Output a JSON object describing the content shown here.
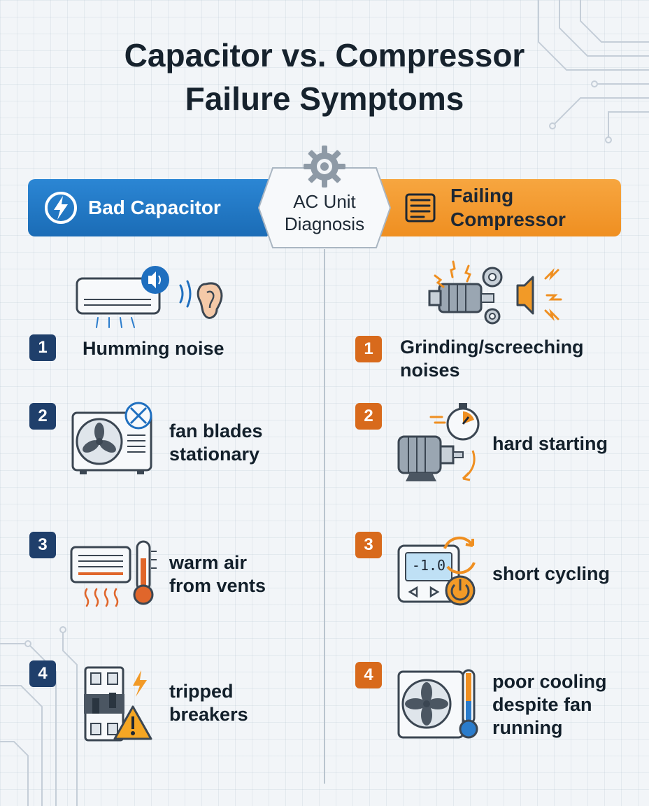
{
  "title": {
    "line1": "Capacitor vs. Compressor",
    "line2": "Failure Symptoms"
  },
  "center_badge": {
    "line1": "AC Unit",
    "line2": "Diagnosis",
    "icon": "gear-icon"
  },
  "left": {
    "heading": "Bad Capacitor",
    "heading_icon": "lightning-bolt-icon",
    "accent": "#1b6cb6",
    "badge_color": "#1f3f6b",
    "items": [
      {
        "number": "1",
        "lines": [
          "Humming noise"
        ],
        "icon": "ac-unit-humming-ear-icon"
      },
      {
        "number": "2",
        "lines": [
          "fan blades",
          "stationary"
        ],
        "icon": "stopped-fan-unit-icon"
      },
      {
        "number": "3",
        "lines": [
          "warm air",
          "from vents"
        ],
        "icon": "warm-vent-thermometer-icon"
      },
      {
        "number": "4",
        "lines": [
          "tripped",
          "breakers"
        ],
        "icon": "tripped-breaker-warning-icon"
      }
    ]
  },
  "right": {
    "heading_line1": "Failing",
    "heading_line2": "Compressor",
    "heading_icon": "compressor-coil-icon",
    "accent": "#ef8f21",
    "badge_color": "#d86a1c",
    "items": [
      {
        "number": "1",
        "lines": [
          "Grinding/screeching",
          "noises"
        ],
        "icon": "grinding-gears-speaker-icon"
      },
      {
        "number": "2",
        "lines": [
          "hard starting"
        ],
        "icon": "motor-stopwatch-icon"
      },
      {
        "number": "3",
        "lines": [
          "short cycling"
        ],
        "icon": "thermostat-cycle-power-icon",
        "display": "-1.0"
      },
      {
        "number": "4",
        "lines": [
          "poor cooling",
          "despite fan",
          "running"
        ],
        "icon": "fan-unit-cold-thermometer-icon"
      }
    ]
  }
}
